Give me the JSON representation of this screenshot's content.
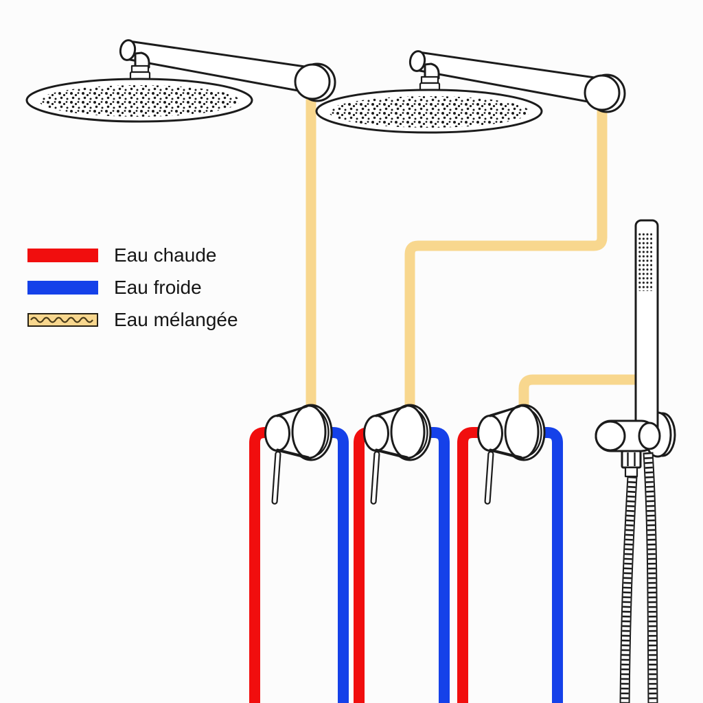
{
  "theme": {
    "bg": "#FCFCFC",
    "line": "#1B1B1B",
    "hot": "#F10E0E",
    "cold": "#1541E9",
    "mixed": "#F8D78E"
  },
  "legend": {
    "items": [
      {
        "id": "hot",
        "label": "Eau chaude",
        "swatch": "solid-red"
      },
      {
        "id": "cold",
        "label": "Eau froide",
        "swatch": "solid-blue"
      },
      {
        "id": "mixed",
        "label": "Eau mélangée",
        "swatch": "tan-outlined-wavy"
      }
    ]
  },
  "fixtures": {
    "rain_shower_heads": [
      "rain-shower-head-left",
      "rain-shower-head-right"
    ],
    "mixer_valves": [
      "mixer-valve-left",
      "mixer-valve-center",
      "mixer-valve-right"
    ],
    "hand_shower": "hand-shower-with-wall-bracket-and-hoses",
    "pipes": {
      "hot": [
        "hot-supply-valve-left",
        "hot-supply-valve-center",
        "hot-supply-valve-right"
      ],
      "cold": [
        "cold-supply-valve-left",
        "cold-supply-valve-center",
        "cold-supply-valve-right"
      ],
      "mixed": [
        "mixed-valve-left-to-head-left",
        "mixed-valve-center-to-head-right",
        "mixed-valve-right-to-hand-shower"
      ]
    }
  }
}
